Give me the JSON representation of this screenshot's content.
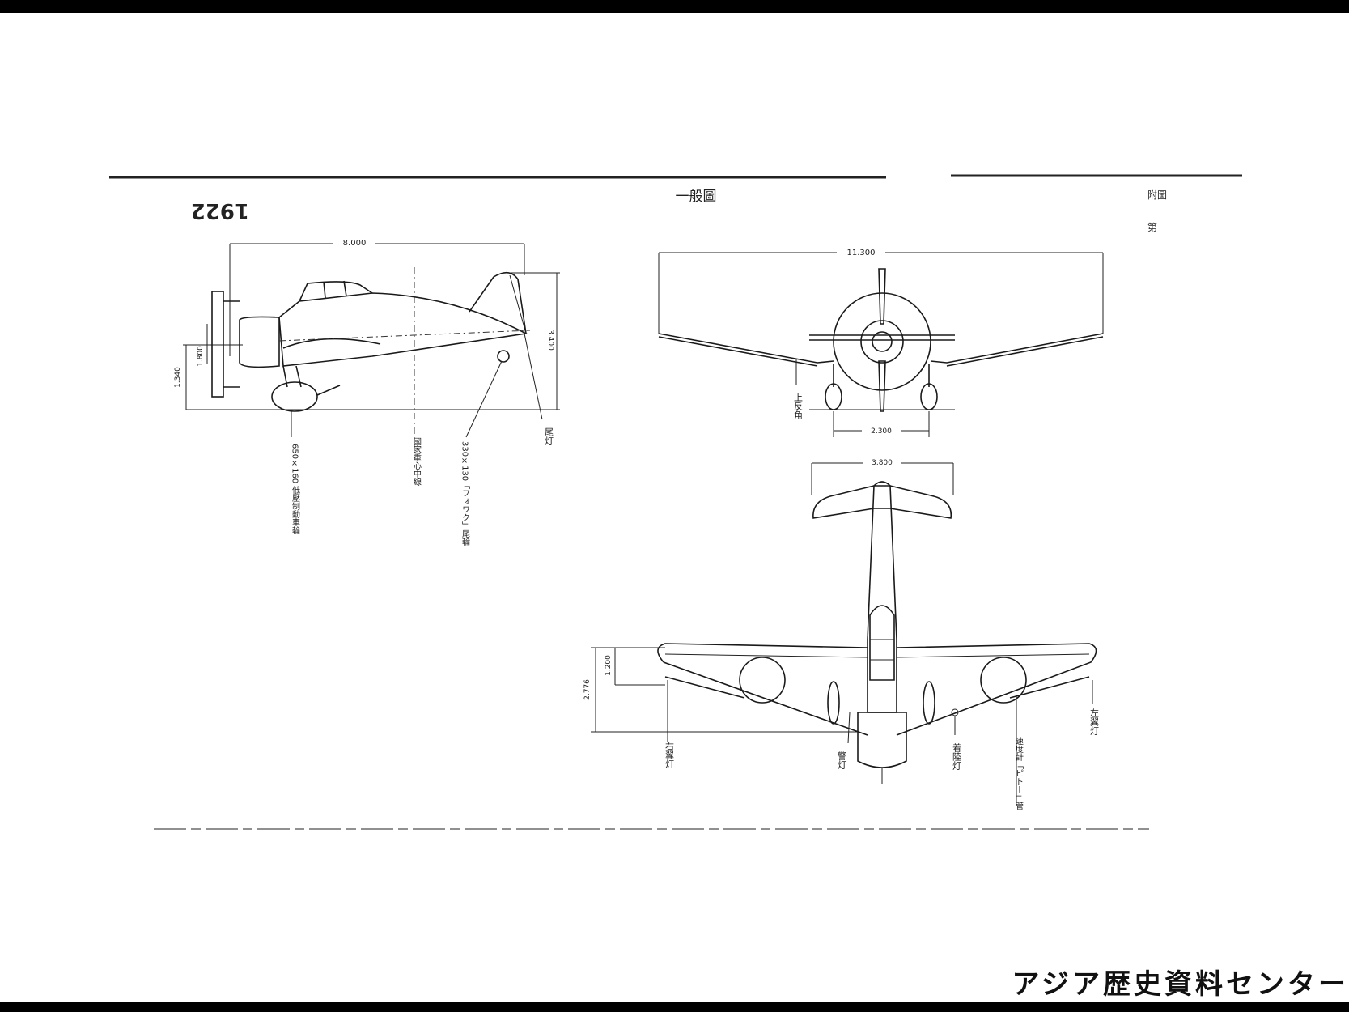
{
  "document": {
    "title": "一般圖",
    "drawing_number": "1922",
    "side_note": [
      "附圖",
      "第一"
    ],
    "footer": "アジア歴史資料センター"
  },
  "side_view": {
    "dims": {
      "length": "8.000",
      "height": "3.400",
      "prop_axis": "1.340",
      "wheel_gap": "1.800"
    },
    "labels": {
      "tail_light": "尾灯",
      "main_wheel": "650×160 低壓制動車輪",
      "cg_line": "國家重心中線",
      "tail_wheel": "330×130「フォワク」尾輪"
    }
  },
  "front_view": {
    "dims": {
      "span": "11.300",
      "track": "2.300"
    },
    "labels": {
      "dihedral": "上反角"
    }
  },
  "plan_view": {
    "dims": {
      "tail_span": "3.800",
      "chord": "2.776",
      "aileron": "1.200"
    },
    "labels": {
      "right_wing_light": "右翼灯",
      "left_wing_light": "左翼灯",
      "nav_light": "警灯",
      "landing_light": "着陸灯",
      "pitot": "速度計「ピトー」管"
    }
  }
}
